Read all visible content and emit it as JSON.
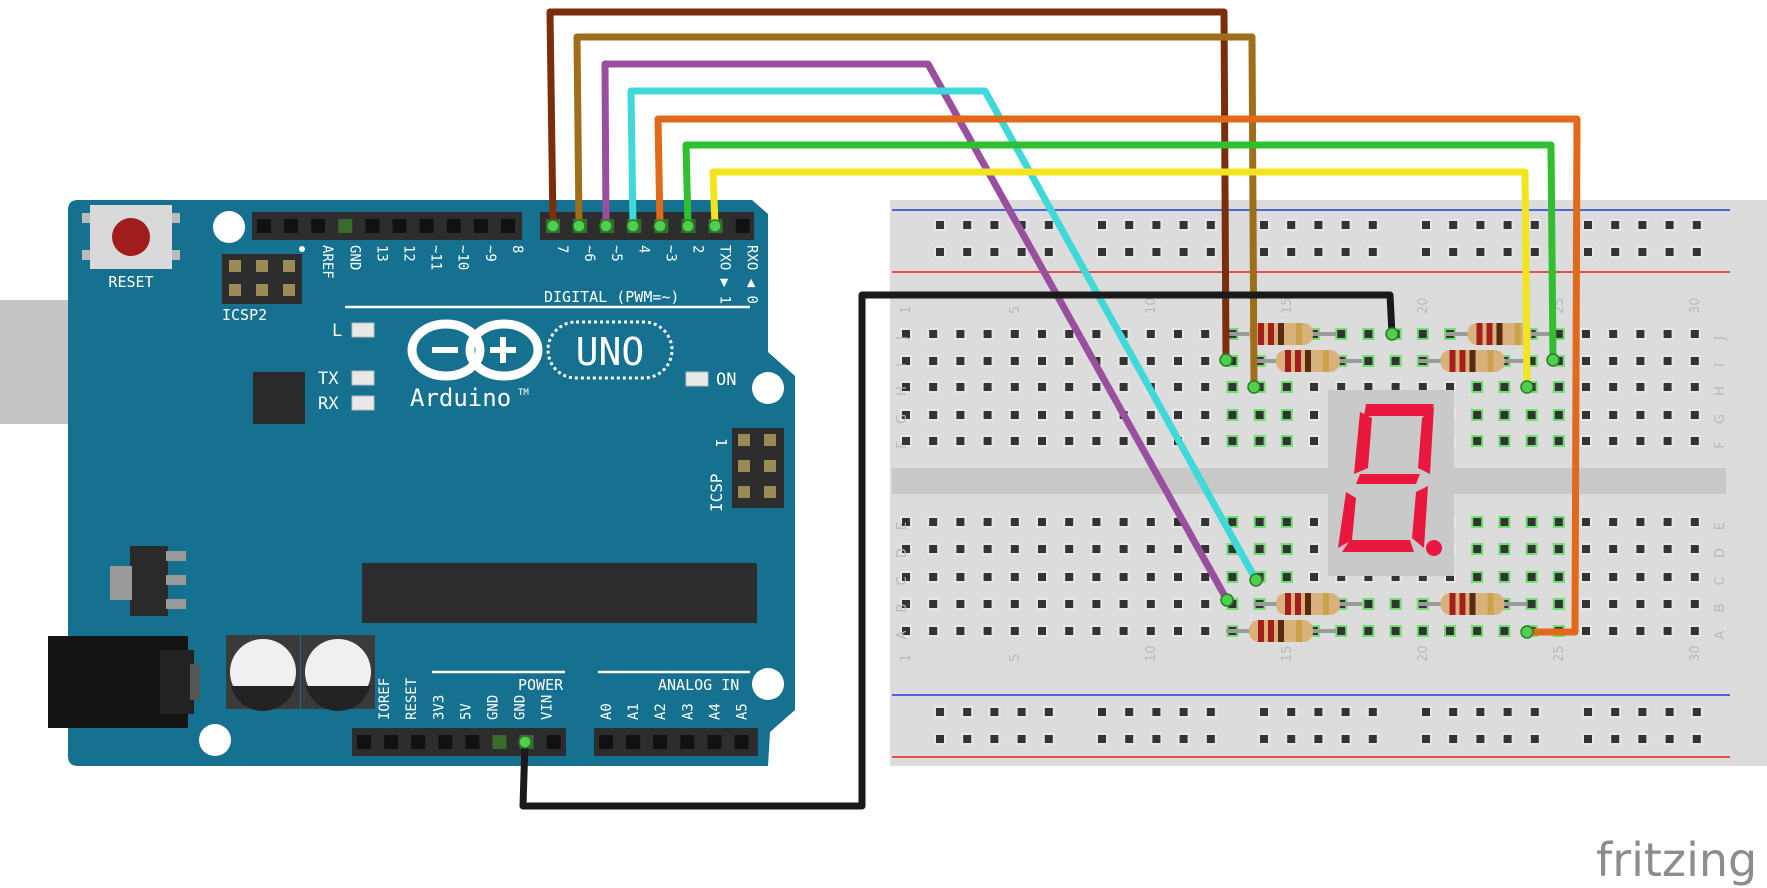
{
  "colors": {
    "board": "#16708f",
    "board_dark": "#0f5a74",
    "header": "#2d2d2d",
    "breadboard": "#dcdcdc",
    "rail_red": "#e2231a",
    "rail_blue": "#1b3fd6",
    "segment": "#e8173e",
    "display_body": "#c9c9c9",
    "resistor": "#d8b27a"
  },
  "arduino": {
    "reset_label": "RESET",
    "icsp2_label": "ICSP2",
    "icsp_label": "ICSP",
    "icsp_pin1": "1",
    "digital_label": "DIGITAL (PWM=~)",
    "logo_text": "Arduino",
    "tm": "TM",
    "uno": "UNO",
    "led_l": "L",
    "led_tx": "TX",
    "led_rx": "RX",
    "led_on": "ON",
    "power_label": "POWER",
    "analog_label": "ANALOG IN",
    "top_pins": [
      "AREF",
      "GND",
      "13",
      "12",
      "~11",
      "~10",
      "~9",
      "8",
      "7",
      "~6",
      "~5",
      "4",
      "~3",
      "2",
      "TXO ▶ 1",
      "RXO ◀ 0"
    ],
    "power_pins": [
      "IOREF",
      "RESET",
      "3V3",
      "5V",
      "GND",
      "GND",
      "VIN"
    ],
    "analog_pins": [
      "A0",
      "A1",
      "A2",
      "A3",
      "A4",
      "A5"
    ]
  },
  "breadboard": {
    "col_numbers": [
      "1",
      "5",
      "10",
      "15",
      "20",
      "25",
      "30"
    ],
    "row_letters_top": [
      "J",
      "I",
      "H",
      "G",
      "F"
    ],
    "row_letters_bottom": [
      "E",
      "D",
      "C",
      "B",
      "A"
    ]
  },
  "wires": [
    {
      "name": "wire-pin7",
      "color": "#7a2e0b"
    },
    {
      "name": "wire-pin6",
      "color": "#9e6e1a"
    },
    {
      "name": "wire-pin5",
      "color": "#9a4f9e"
    },
    {
      "name": "wire-pin4",
      "color": "#3fd9d9"
    },
    {
      "name": "wire-pin3",
      "color": "#e0691b"
    },
    {
      "name": "wire-pin2",
      "color": "#2fbf2f"
    },
    {
      "name": "wire-pin1",
      "color": "#f2e51f"
    },
    {
      "name": "wire-gnd",
      "color": "#1a1a1a"
    }
  ],
  "brand": {
    "text": "fritzing"
  }
}
